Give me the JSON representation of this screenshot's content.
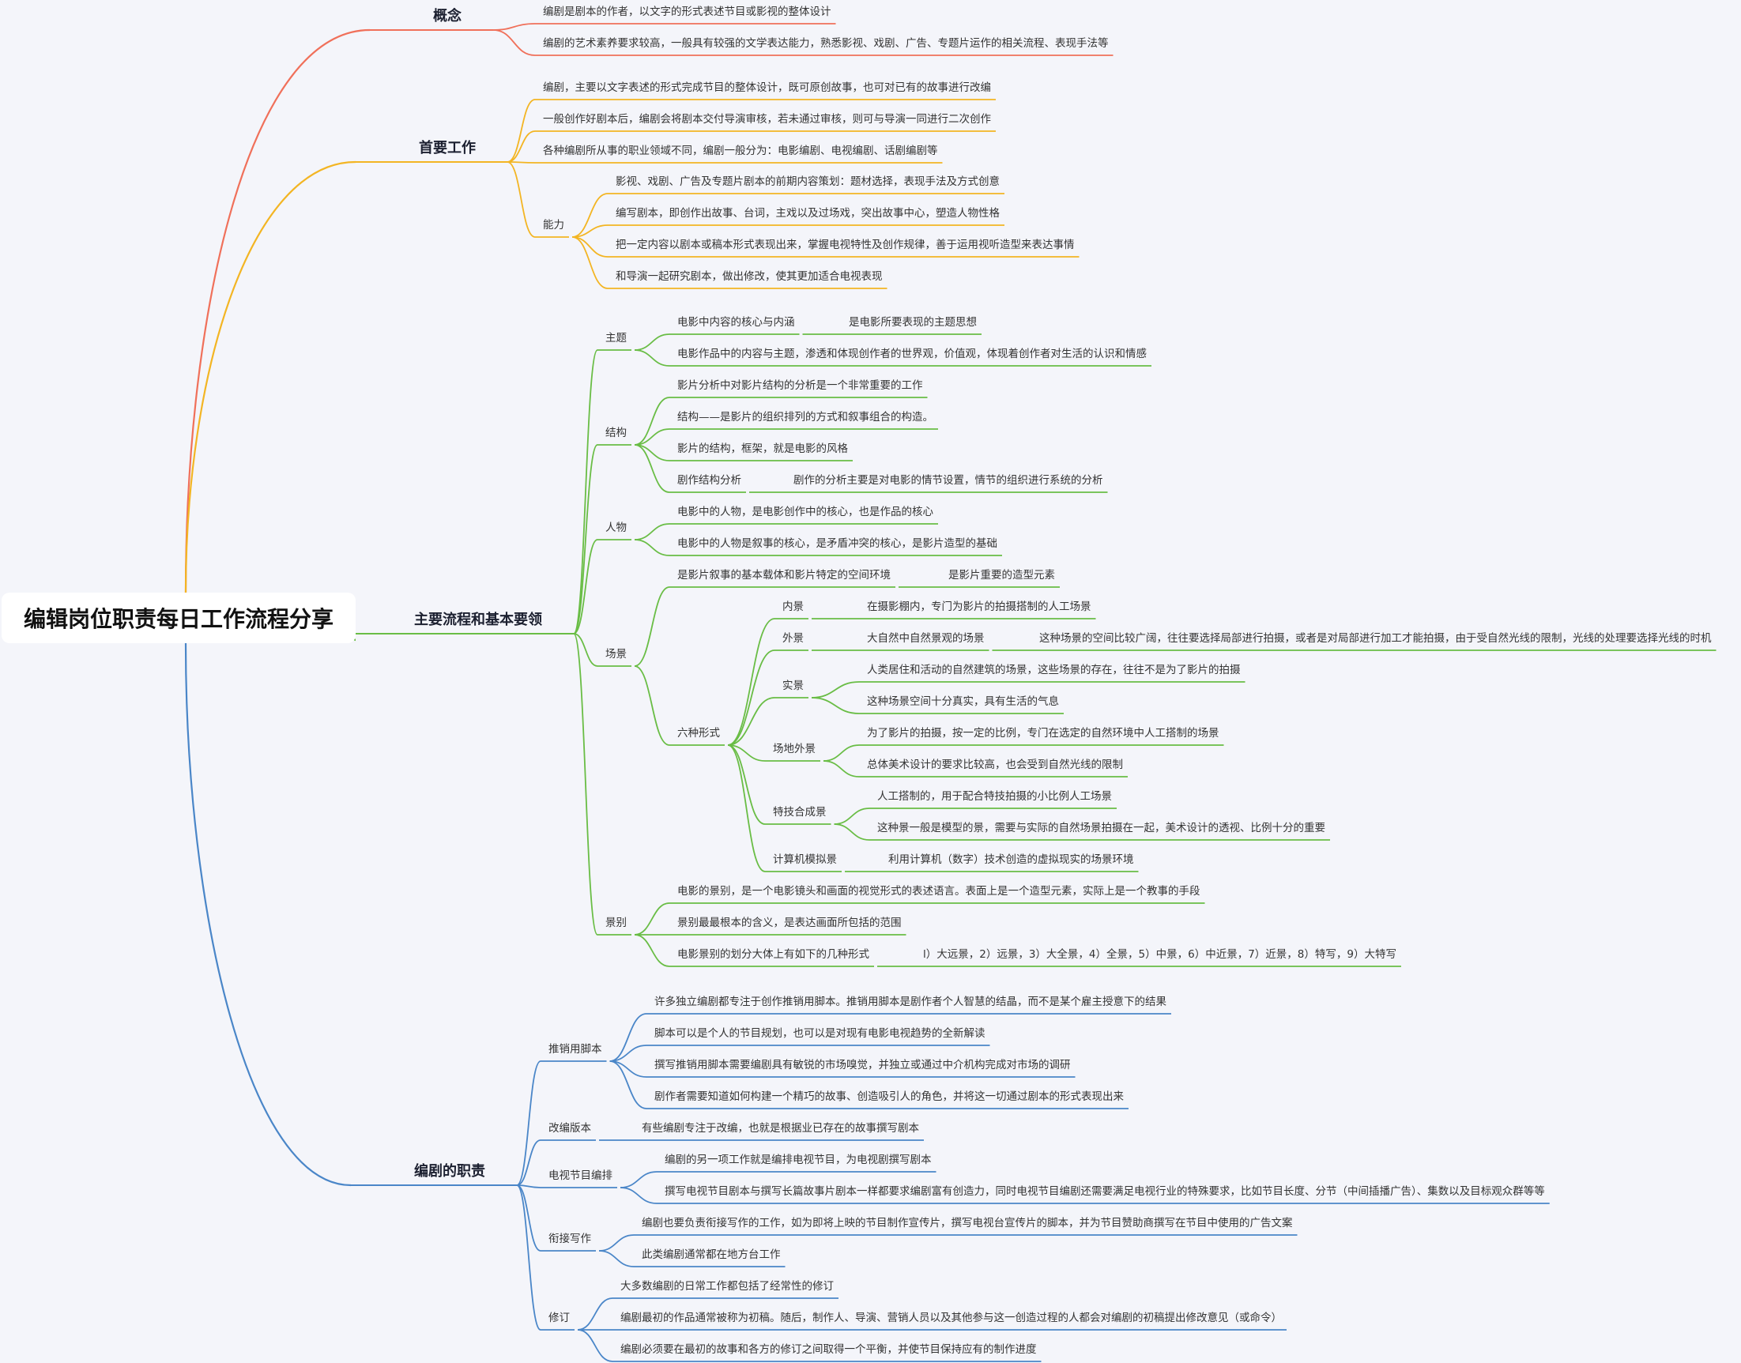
{
  "root": "编辑岗位职责每日工作流程分享",
  "branches": [
    {
      "text": "概念",
      "color": "#f0705a",
      "children": [
        {
          "text": "编剧是剧本的作者，以文字的形式表述节目或影视的整体设计"
        },
        {
          "text": "编剧的艺术素养要求较高，一般具有较强的文学表达能力，熟悉影视、戏剧、广告、专题片运作的相关流程、表现手法等"
        }
      ]
    },
    {
      "text": "首要工作",
      "color": "#f3b523",
      "children": [
        {
          "text": "编剧，主要以文字表述的形式完成节目的整体设计，既可原创故事，也可对已有的故事进行改编"
        },
        {
          "text": "一般创作好剧本后，编剧会将剧本交付导演审核，若未通过审核，则可与导演一同进行二次创作"
        },
        {
          "text": "各种编剧所从事的职业领域不同，编剧一般分为：电影编剧、电视编剧、话剧编剧等"
        },
        {
          "text": "能力",
          "children": [
            {
              "text": "影视、戏剧、广告及专题片剧本的前期内容策划：题材选择，表现手法及方式创意"
            },
            {
              "text": "编写剧本，即创作出故事、台词，主戏以及过场戏，突出故事中心，塑造人物性格"
            },
            {
              "text": "把一定内容以剧本或稿本形式表现出来，掌握电视特性及创作规律，善于运用视听造型来表达事情"
            },
            {
              "text": "和导演一起研究剧本，做出修改，使其更加适合电视表现"
            }
          ]
        }
      ]
    },
    {
      "text": "主要流程和基本要领",
      "color": "#69bd45",
      "children": [
        {
          "text": "主题",
          "children": [
            {
              "text": "电影中内容的核心与内涵",
              "children": [
                {
                  "text": "是电影所要表现的主题思想"
                }
              ]
            },
            {
              "text": "电影作品中的内容与主题，渗透和体现创作者的世界观，价值观，体现着创作者对生活的认识和情感"
            }
          ]
        },
        {
          "text": "结构",
          "children": [
            {
              "text": "影片分析中对影片结构的分析是一个非常重要的工作"
            },
            {
              "text": "结构——是影片的组织排列的方式和叙事组合的构造。"
            },
            {
              "text": "影片的结构，框架，就是电影的风格"
            },
            {
              "text": "剧作结构分析",
              "children": [
                {
                  "text": "剧作的分析主要是对电影的情节设置，情节的组织进行系统的分析"
                }
              ]
            }
          ]
        },
        {
          "text": "人物",
          "children": [
            {
              "text": "电影中的人物，是电影创作中的核心，也是作品的核心"
            },
            {
              "text": "电影中的人物是叙事的核心，是矛盾冲突的核心，是影片造型的基础"
            }
          ]
        },
        {
          "text": "场景",
          "children": [
            {
              "text": "是影片叙事的基本载体和影片特定的空间环境",
              "children": [
                {
                  "text": "是影片重要的造型元素"
                }
              ]
            },
            {
              "text": "六种形式",
              "children": [
                {
                  "text": "内景",
                  "children": [
                    {
                      "text": "在摄影棚内，专门为影片的拍摄搭制的人工场景"
                    }
                  ]
                },
                {
                  "text": "外景",
                  "children": [
                    {
                      "text": "大自然中自然景观的场景",
                      "children": [
                        {
                          "text": "这种场景的空间比较广阔，往往要选择局部进行拍摄，或者是对局部进行加工才能拍摄，由于受自然光线的限制，光线的处理要选择光线的时机"
                        }
                      ]
                    }
                  ]
                },
                {
                  "text": "实景",
                  "children": [
                    {
                      "text": "人类居住和活动的自然建筑的场景，这些场景的存在，往往不是为了影片的拍摄"
                    },
                    {
                      "text": "这种场景空间十分真实，具有生活的气息"
                    }
                  ]
                },
                {
                  "text": "场地外景",
                  "children": [
                    {
                      "text": "为了影片的拍摄，按一定的比例，专门在选定的自然环境中人工搭制的场景"
                    },
                    {
                      "text": "总体美术设计的要求比较高，也会受到自然光线的限制"
                    }
                  ]
                },
                {
                  "text": "特技合成景",
                  "children": [
                    {
                      "text": "人工搭制的，用于配合特技拍摄的小比例人工场景"
                    },
                    {
                      "text": "这种景一般是模型的景，需要与实际的自然场景拍摄在一起，美术设计的透视、比例十分的重要"
                    }
                  ]
                },
                {
                  "text": "计算机模拟景",
                  "children": [
                    {
                      "text": "利用计算机（数字）技术创造的虚拟现实的场景环境"
                    }
                  ]
                }
              ]
            }
          ]
        },
        {
          "text": "景别",
          "children": [
            {
              "text": "电影的景别，是一个电影镜头和画面的视觉形式的表述语言。表面上是一个造型元素，实际上是一个教事的手段"
            },
            {
              "text": "景别最最根本的含义，是表达画面所包括的范围"
            },
            {
              "text": "电影景别的划分大体上有如下的几种形式",
              "children": [
                {
                  "text": "l）大远景，2）远景，3）大全景，4）全景，5）中景，6）中近景，7）近景，8）特写，9）大特写"
                }
              ]
            }
          ]
        }
      ]
    },
    {
      "text": "编剧的职责",
      "color": "#4a86c8",
      "children": [
        {
          "text": "推销用脚本",
          "children": [
            {
              "text": "许多独立编剧都专注于创作推销用脚本。推销用脚本是剧作者个人智慧的结晶，而不是某个雇主授意下的结果"
            },
            {
              "text": "脚本可以是个人的节目规划，也可以是对现有电影电视趋势的全新解读"
            },
            {
              "text": "撰写推销用脚本需要编剧具有敏锐的市场嗅觉，并独立或通过中介机构完成对市场的调研"
            },
            {
              "text": "剧作者需要知道如何构建一个精巧的故事、创造吸引人的角色，并将这一切通过剧本的形式表现出来"
            }
          ]
        },
        {
          "text": "改编版本",
          "children": [
            {
              "text": "有些编剧专注于改编，也就是根据业已存在的故事撰写剧本"
            }
          ]
        },
        {
          "text": "电视节目编排",
          "children": [
            {
              "text": "编剧的另一项工作就是编排电视节目，为电视剧撰写剧本"
            },
            {
              "text": "撰写电视节目剧本与撰写长篇故事片剧本一样都要求编剧富有创造力，同时电视节目编剧还需要满足电视行业的特殊要求，比如节目长度、分节（中间插播广告）、集数以及目标观众群等等"
            }
          ]
        },
        {
          "text": "衔接写作",
          "children": [
            {
              "text": "编剧也要负责衔接写作的工作，如为即将上映的节目制作宣传片，撰写电视台宣传片的脚本，并为节目赞助商撰写在节目中使用的广告文案"
            },
            {
              "text": "此类编剧通常都在地方台工作"
            }
          ]
        },
        {
          "text": "修订",
          "children": [
            {
              "text": "大多数编剧的日常工作都包括了经常性的修订"
            },
            {
              "text": "编剧最初的作品通常被称为初稿。随后，制作人、导演、营销人员以及其他参与这一创造过程的人都会对编剧的初稿提出修改意见（或命令）"
            },
            {
              "text": "编剧必须要在最初的故事和各方的修订之间取得一个平衡，并使节目保持应有的制作进度"
            }
          ]
        }
      ]
    }
  ]
}
